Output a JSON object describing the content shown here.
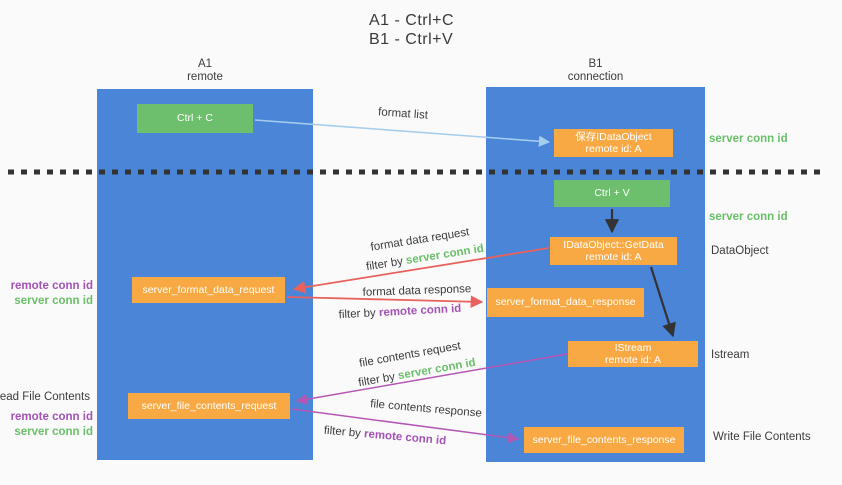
{
  "title": {
    "line1": "A1 - Ctrl+C",
    "line2": "B1 - Ctrl+V"
  },
  "lanes": {
    "left": {
      "header_line1": "A1",
      "header_line2": "remote"
    },
    "right": {
      "header_line1": "B1",
      "header_line2": "connection"
    }
  },
  "nodes": {
    "ctrl_c": {
      "label": "Ctrl + C"
    },
    "save_idataobject": {
      "line1": "保存IDataObject",
      "line2": "remote id: A"
    },
    "ctrl_v": {
      "label": "Ctrl + V"
    },
    "getdata": {
      "line1": "IDataObject::GetData",
      "line2": "remote id: A"
    },
    "format_request": {
      "label": "server_format_data_request"
    },
    "format_response": {
      "label": "server_format_data_response"
    },
    "istream": {
      "line1": "IStream",
      "line2": "remote id: A"
    },
    "file_request": {
      "label": "server_file_contents_request"
    },
    "file_response": {
      "label": "server_file_contents_response"
    }
  },
  "flow_labels": {
    "format_list": "format list",
    "format_data_request": "format data request",
    "format_data_response": "format data response",
    "file_contents_request": "file contents request",
    "file_contents_response": "file contents response",
    "filter_by": "filter by",
    "server_conn_id": "server conn id",
    "remote_conn_id": "remote conn id"
  },
  "side_labels": {
    "right_top_server_conn_id": "server conn id",
    "right_mid_server_conn_id": "server conn id",
    "dataobject": "DataObject",
    "istream": "Istream",
    "write_file_contents": "Write File Contents",
    "read_file_contents": "Read File Contents",
    "left_top": {
      "remote_conn_id": "remote conn id",
      "server_conn_id": "server conn id"
    },
    "left_bottom": {
      "remote_conn_id": "remote conn id",
      "server_conn_id": "server conn id"
    }
  },
  "colors": {
    "background": "#fafafa",
    "lane_blue": "#4a85d8",
    "node_green": "#6dbf6e",
    "node_orange": "#f9a944",
    "arrow_light_blue": "#a5cdec",
    "arrow_red": "#e8625d",
    "arrow_magenta": "#b558b5",
    "arrow_black": "#333333",
    "text_green": "#6abf69",
    "text_purple": "#a353b5",
    "text_dark": "#3c3c3c"
  }
}
